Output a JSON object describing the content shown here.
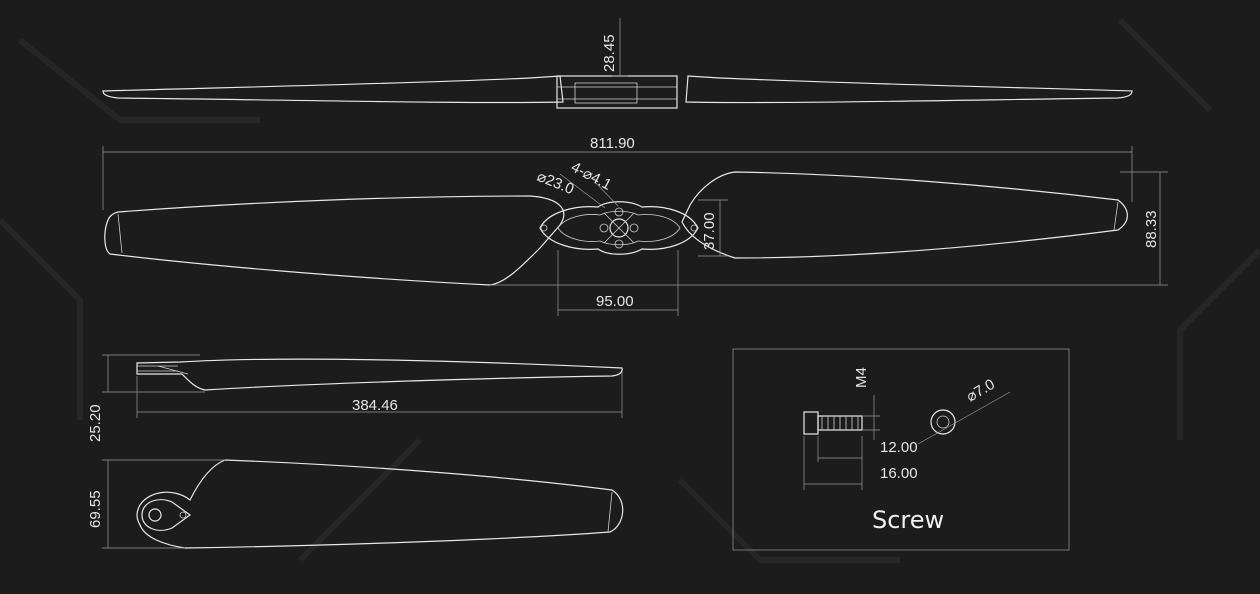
{
  "dimensions": {
    "hub_height": "28.45",
    "total_length": "811.90",
    "hub_diameter": "⌀23.0",
    "hole_spec": "4-⌀4.1",
    "hub_width": "37.00",
    "max_chord": "88.33",
    "hole_spacing": "95.00",
    "blade_length": "384.46",
    "blade_thickness": "25.20",
    "blade_chord": "69.55"
  },
  "screw": {
    "title": "Screw",
    "thread": "M4",
    "head_diameter": "⌀7.0",
    "thread_length": "12.00",
    "total_length": "16.00"
  },
  "colors": {
    "background": "#1c1c1c",
    "line": "#e8e8e8",
    "dimension": "#9a9a9a"
  }
}
